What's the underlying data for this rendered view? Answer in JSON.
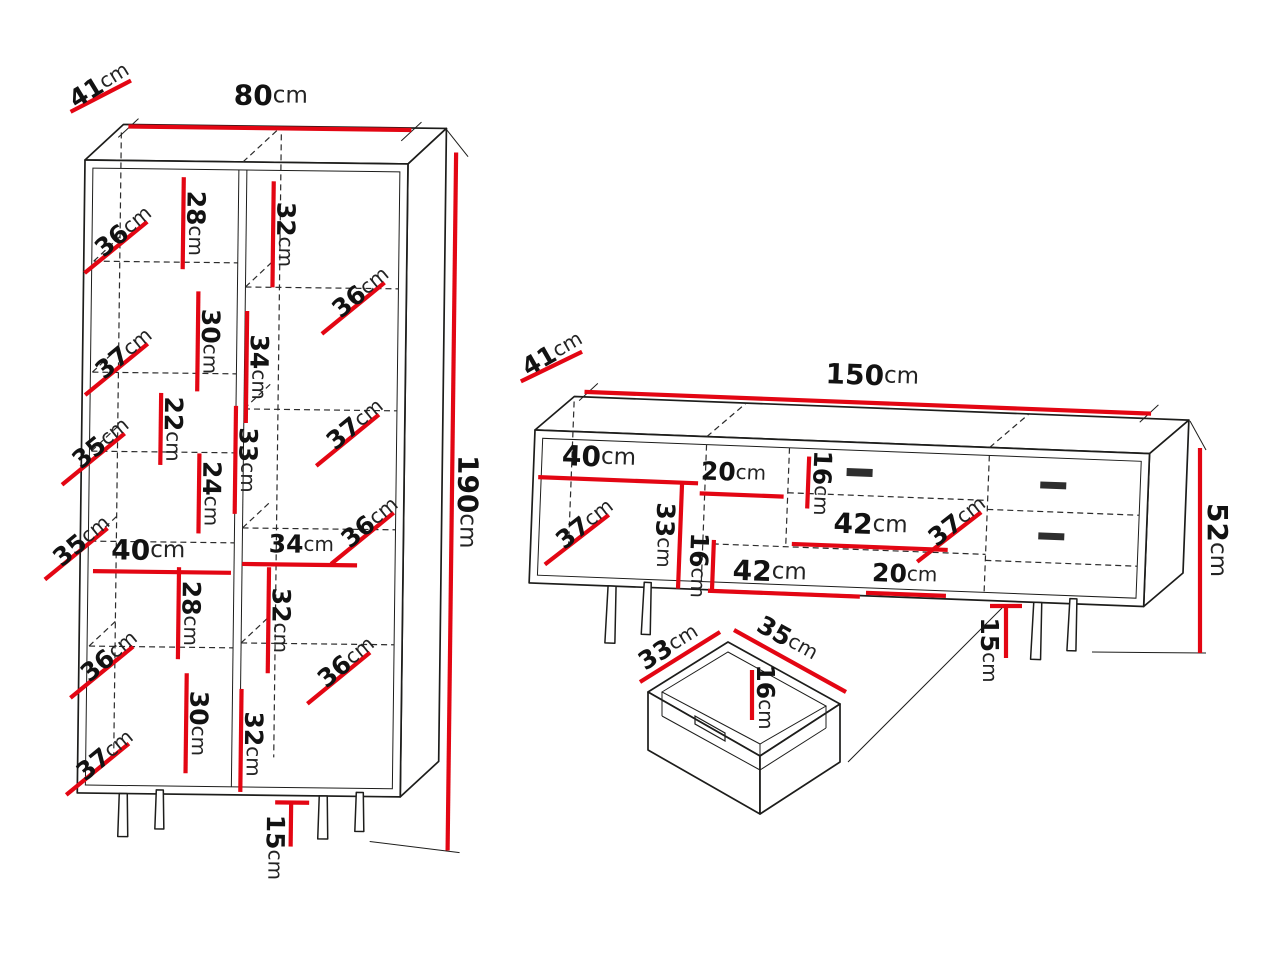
{
  "unit": "cm",
  "colors": {
    "dimension_red": "#e30613",
    "line_black": "#1d1d1b",
    "background": "#ffffff"
  },
  "cabinet": {
    "labels": [
      {
        "v": "41"
      },
      {
        "v": "80"
      },
      {
        "v": "36"
      },
      {
        "v": "28"
      },
      {
        "v": "32"
      },
      {
        "v": "36"
      },
      {
        "v": "37"
      },
      {
        "v": "30"
      },
      {
        "v": "34"
      },
      {
        "v": "37"
      },
      {
        "v": "35"
      },
      {
        "v": "22"
      },
      {
        "v": "33"
      },
      {
        "v": "24"
      },
      {
        "v": "36"
      },
      {
        "v": "35"
      },
      {
        "v": "40"
      },
      {
        "v": "34"
      },
      {
        "v": "28"
      },
      {
        "v": "32"
      },
      {
        "v": "36"
      },
      {
        "v": "36"
      },
      {
        "v": "30"
      },
      {
        "v": "32"
      },
      {
        "v": "37"
      },
      {
        "v": "15"
      },
      {
        "v": "190"
      }
    ]
  },
  "tv_stand": {
    "labels": [
      {
        "v": "41"
      },
      {
        "v": "150"
      },
      {
        "v": "40"
      },
      {
        "v": "20"
      },
      {
        "v": "16"
      },
      {
        "v": "42"
      },
      {
        "v": "37"
      },
      {
        "v": "33"
      },
      {
        "v": "37"
      },
      {
        "v": "16"
      },
      {
        "v": "42"
      },
      {
        "v": "20"
      },
      {
        "v": "52"
      },
      {
        "v": "15"
      }
    ]
  },
  "drawer": {
    "labels": [
      {
        "v": "33"
      },
      {
        "v": "35"
      },
      {
        "v": "16"
      }
    ]
  }
}
